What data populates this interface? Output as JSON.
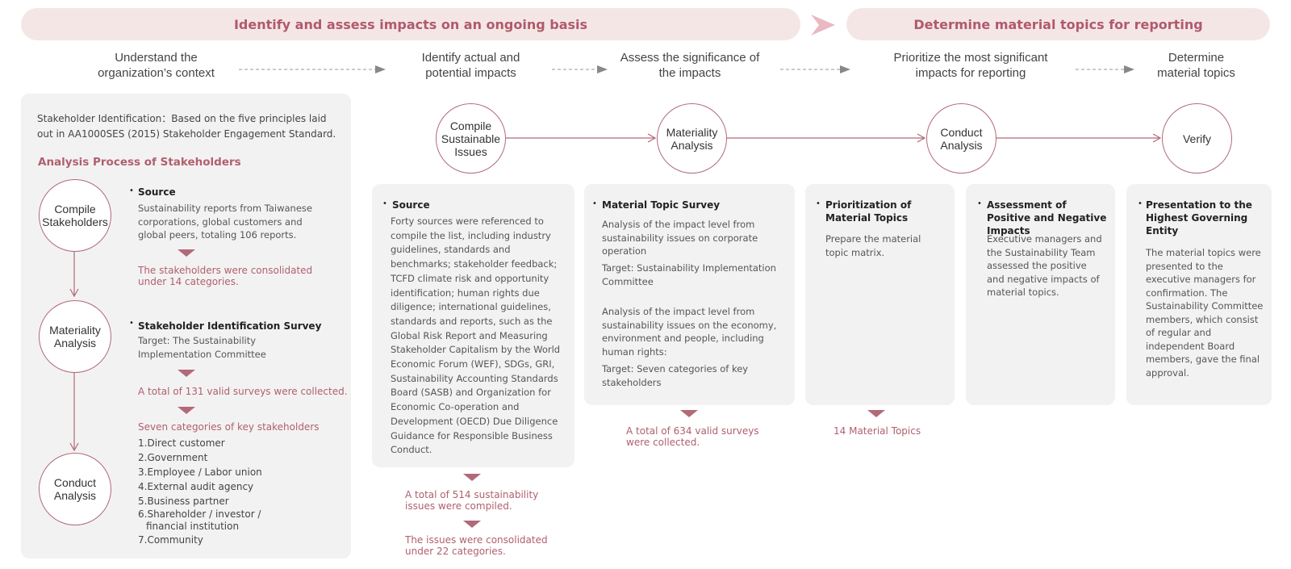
{
  "banners": {
    "left": "Identify and assess impacts on an ongoing basis",
    "right": "Determine material topics for reporting"
  },
  "steps": [
    "Understand the organization’s context",
    "Identify actual and potential impacts",
    "Assess the significance of the impacts",
    "Prioritize the most significant impacts for reporting",
    "Determine material topics"
  ],
  "left_panel": {
    "intro_label": "Stakeholder Identification：",
    "intro_text": "Based on the five principles laid out in AA1000SES (2015) Stakeholder Engagement Standard.",
    "title": "Analysis Process of Stakeholders",
    "circles": [
      "Compile Stakeholders",
      "Materiality Analysis",
      "Conduct Analysis"
    ],
    "source_heading": "Source",
    "source_text": "Sustainability reports from Taiwanese corporations, global customers and global peers, totaling 106 reports.",
    "consolidated": "The stakeholders were consolidated under 14 categories.",
    "survey_heading": "Stakeholder Identification Survey",
    "survey_text": "Target: The Sustainability Implementation Committee",
    "collected": "A total of 131 valid surveys were collected.",
    "seven_title": "Seven categories of key stakeholders",
    "seven_list": [
      "1.Direct customer",
      "2.Government",
      "3.Employee / Labor union",
      "4.External audit agency",
      "5.Business partner",
      "6.Shareholder / investor /",
      "financial institution",
      "7.Community"
    ]
  },
  "flow_circles": [
    "Compile Sustainable Issues",
    "Materiality Analysis",
    "Conduct Analysis",
    "Verify"
  ],
  "col1": {
    "heading": "Source",
    "text": "Forty sources were referenced to compile the list, including industry guidelines, standards and benchmarks; stakeholder feedback; TCFD climate risk and opportunity identification; human rights due diligence; international guidelines, standards and reports, such as the Global Risk Report and Measuring Stakeholder Capitalism by the World Economic Forum (WEF), SDGs, GRI, Sustainability Accounting Standards Board (SASB) and Organization for Economic Co-operation and Development (OECD) Due Diligence Guidance for Responsible Business Conduct.",
    "note1": "A total of 514 sustainability issues were compiled.",
    "note2": "The issues were consolidated under 22 categories."
  },
  "col2": {
    "heading": "Material Topic Survey",
    "p1": "Analysis of the impact level from sustainability issues on corporate operation",
    "p2": "Target: Sustainability Implementation Committee",
    "p3": "Analysis of the impact level from sustainability issues on the economy, environment and people, including human rights:",
    "p4": "Target: Seven categories of key stakeholders",
    "note": "A total of 634 valid surveys were collected."
  },
  "col3": {
    "heading": "Prioritization of Material Topics",
    "text": "Prepare the material topic matrix.",
    "note": "14 Material Topics"
  },
  "col4": {
    "heading": "Assessment of Positive and Negative Impacts",
    "text": "Executive managers and the Sustainability Team assessed the positive and negative impacts of material topics."
  },
  "col5": {
    "heading": "Presentation to the Highest Governing Entity",
    "text": "The material topics were presented to the executive managers for confirmation. The Sustainability Committee members, which consist of regular and independent Board members, gave the final approval."
  },
  "colors": {
    "accent": "#b26a78",
    "banner_bg": "#f5e6e6",
    "panel_bg": "#f3f2f2"
  }
}
